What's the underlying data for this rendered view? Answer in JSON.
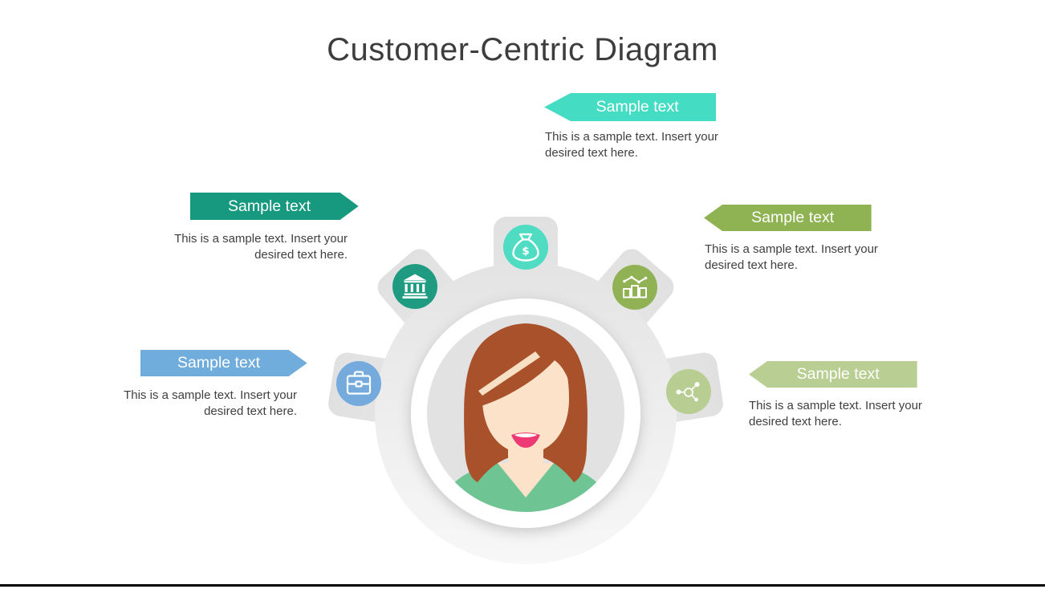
{
  "title": "Customer-Centric Diagram",
  "callouts": {
    "top": {
      "label": "Sample text",
      "description": "This is a sample text. Insert your desired text here.",
      "color": "#44dcc2"
    },
    "upper_left": {
      "label": "Sample text",
      "description": "This is a sample text. Insert your desired text here.",
      "color": "#17997f"
    },
    "lower_left": {
      "label": "Sample text",
      "description": "This is a sample text. Insert your desired text here.",
      "color": "#70acdc"
    },
    "upper_right": {
      "label": "Sample text",
      "description": "This is a sample text. Insert your desired text here.",
      "color": "#8fb253"
    },
    "lower_right": {
      "label": "Sample text",
      "description": "This is a sample text. Insert your desired text here.",
      "color": "#b9ce92"
    }
  },
  "center": {
    "avatar": "woman-avatar",
    "icons": {
      "money_bag": {
        "name": "money-bag-icon",
        "color": "#4fdcc3"
      },
      "bank": {
        "name": "bank-icon",
        "color": "#1f9b82"
      },
      "bar_chart": {
        "name": "bar-chart-icon",
        "color": "#91b254"
      },
      "briefcase": {
        "name": "briefcase-icon",
        "color": "#74abdc"
      },
      "network": {
        "name": "network-icon",
        "color": "#b8cd92"
      }
    }
  },
  "footer": {
    "divider_color": "#000000"
  }
}
